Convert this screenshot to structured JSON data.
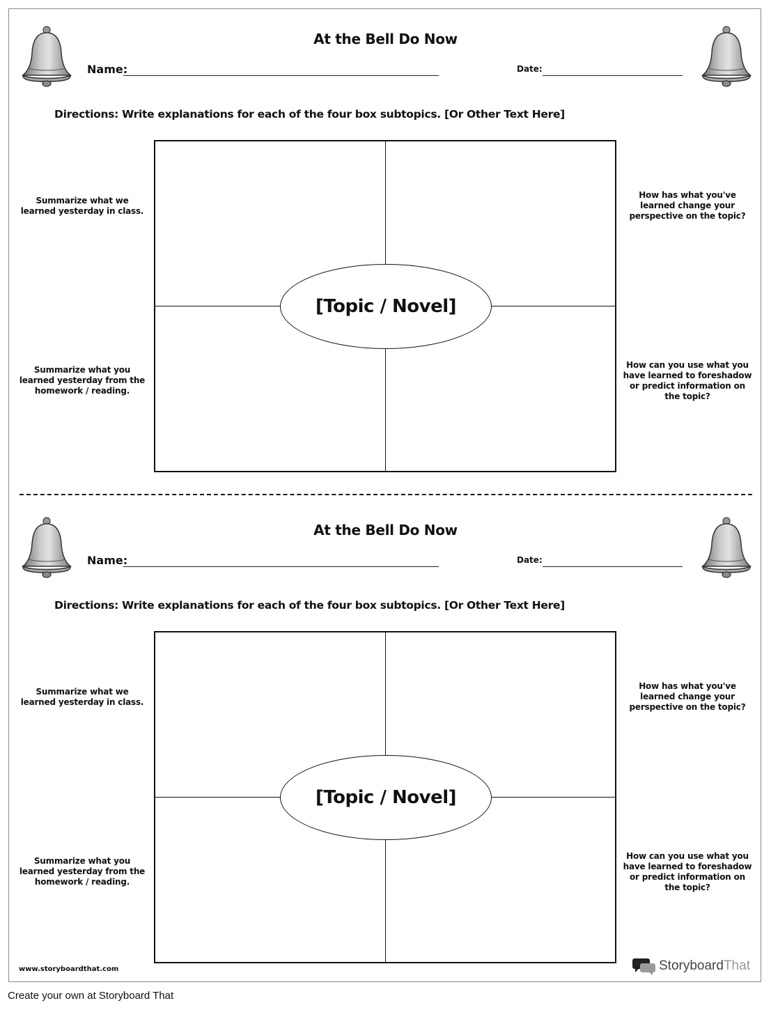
{
  "worksheets": [
    {
      "title": "At the Bell Do Now",
      "name_label": "Name:",
      "date_label": "Date:",
      "directions": "Directions: Write explanations for each of the four box subtopics. [Or Other Text Here]",
      "center_label": "[Topic / Novel]",
      "prompts": {
        "top_left": "Summarize what we learned yesterday in class.",
        "bottom_left": "Summarize what you learned yesterday from the homework / reading.",
        "top_right": "How has what you've learned change your perspective on the topic?",
        "bottom_right": "How can you use what you have learned to foreshadow or predict information on the topic?"
      }
    },
    {
      "title": "At the Bell Do Now",
      "name_label": "Name:",
      "date_label": "Date:",
      "directions": "Directions: Write explanations for each of the four box subtopics. [Or Other Text Here]",
      "center_label": "[Topic / Novel]",
      "prompts": {
        "top_left": "Summarize what we learned yesterday in class.",
        "bottom_left": "Summarize what you learned yesterday from the homework / reading.",
        "top_right": "How has what you've learned change your perspective on the topic?",
        "bottom_right": "How can you use what you have learned to foreshadow or predict information on the topic?"
      }
    }
  ],
  "footer": {
    "url": "www.storyboardthat.com",
    "logo_primary": "Storyboard",
    "logo_secondary": "That",
    "create_link": "Create your own at Storyboard That"
  },
  "icons": {
    "bell": "bell-icon",
    "logo": "speech-bubbles-icon"
  }
}
